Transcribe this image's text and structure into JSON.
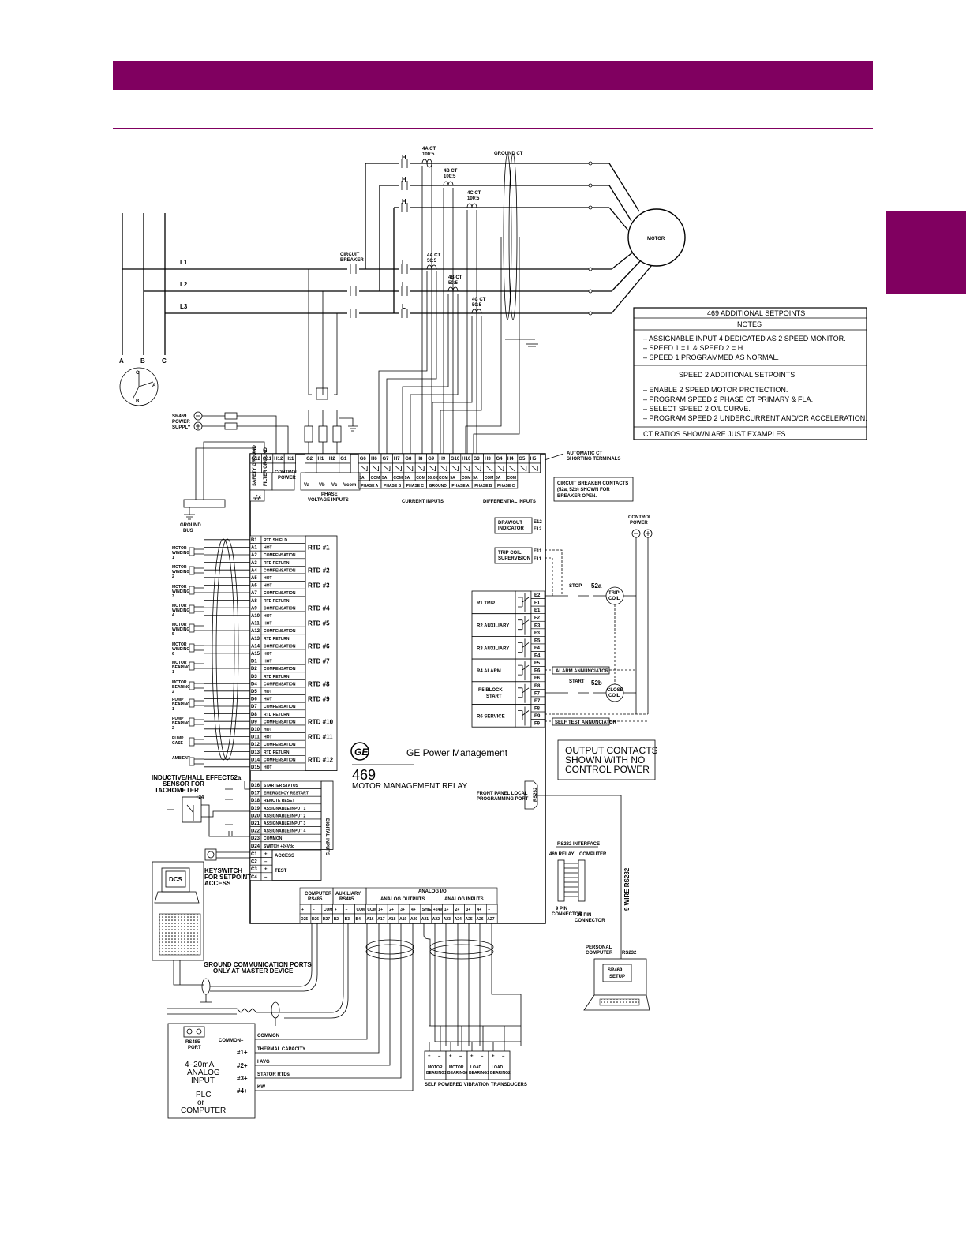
{
  "phases": {
    "l1": "L1",
    "l2": "L2",
    "l3": "L3",
    "a": "A",
    "b": "B",
    "c": "C",
    "tri_a": "A",
    "tri_b": "B",
    "tri_c": "C"
  },
  "h_labels": [
    "H",
    "H",
    "H"
  ],
  "l_labels": [
    "L",
    "L",
    "L"
  ],
  "cts_high": [
    "4A CT",
    "100:5",
    "4B CT",
    "100:5",
    "4C CT",
    "100:5"
  ],
  "cts_low": [
    "4A CT",
    "50:5",
    "4B CT",
    "50:5",
    "4C CT",
    "50:5"
  ],
  "ground_ct": "GROUND CT",
  "breaker": [
    "CIRCUIT",
    "BREAKER"
  ],
  "motor": "MOTOR",
  "notes": {
    "title": "469 ADDITIONAL SETPOINTS",
    "subtitle": "NOTES",
    "items": [
      "–  ASSIGNABLE INPUT 4 DEDICATED AS 2 SPEED MONITOR.",
      "–  SPEED 1 = L & SPEED 2 = H",
      "–  SPEED 1 PROGRAMMED AS NORMAL."
    ],
    "speed2_title": "SPEED 2 ADDITIONAL SETPOINTS.",
    "speed2_items": [
      "–  ENABLE 2 SPEED MOTOR PROTECTION.",
      "–  PROGRAM SPEED 2 PHASE CT PRIMARY & FLA.",
      "–  SELECT SPEED 2 O/L CURVE.",
      "–  PROGRAM SPEED 2 UNDERCURRENT AND/OR ACCELERATION."
    ],
    "footer": "CT RATIOS SHOWN ARE JUST EXAMPLES."
  },
  "power": {
    "sr469": [
      "SR469",
      "POWER",
      "SUPPLY"
    ],
    "ground_bus": [
      "GROUND",
      "BUS"
    ]
  },
  "top_terminals": [
    "G12",
    "G11",
    "H12",
    "H11",
    "G2",
    "H1",
    "H2",
    "G1",
    "G6",
    "H6",
    "G7",
    "H7",
    "G8",
    "H8",
    "G9",
    "H9",
    "G10",
    "H10",
    "G3",
    "H3",
    "G4",
    "H4",
    "G5",
    "H5"
  ],
  "top_labels": {
    "safety_ground": "SAFETY GROUND",
    "filter_ground": "FILTER GROUND",
    "control_power": [
      "CONTROL",
      "POWER"
    ],
    "va": "Va",
    "vb": "Vb",
    "vc": "Vc",
    "vcom": "Vcom",
    "phase_voltage": [
      "PHASE",
      "VOLTAGE INPUTS"
    ],
    "current_cells": [
      "5A",
      "COM",
      "5A",
      "COM",
      "5A",
      "COM",
      "50:0.025",
      "COM",
      "5A",
      "COM",
      "5A",
      "COM",
      "5A",
      "COM"
    ],
    "current_groups": [
      "PHASE A",
      "PHASE B",
      "PHASE C",
      "GROUND",
      "PHASE A",
      "PHASE B",
      "PHASE C"
    ],
    "current_inputs": "CURRENT INPUTS",
    "differential_inputs": "DIFFERENTIAL INPUTS",
    "auto_ct": [
      "AUTOMATIC CT",
      "SHORTING TERMINALS"
    ]
  },
  "cb_note": [
    "CIRCUIT BREAKER CONTACTS",
    "(52a, 52b) SHOWN FOR",
    "BREAKER OPEN."
  ],
  "control_power_right": [
    "CONTROL",
    "POWER"
  ],
  "rtd_rows": [
    [
      "B1",
      "RTD SHIELD"
    ],
    [
      "A1",
      "HOT"
    ],
    [
      "A2",
      "COMPENSATION"
    ],
    [
      "A3",
      "RTD RETURN"
    ],
    [
      "A4",
      "COMPENSATION"
    ],
    [
      "A5",
      "HOT"
    ],
    [
      "A6",
      "HOT"
    ],
    [
      "A7",
      "COMPENSATION"
    ],
    [
      "A8",
      "RTD RETURN"
    ],
    [
      "A9",
      "COMPENSATION"
    ],
    [
      "A10",
      "HOT"
    ],
    [
      "A11",
      "HOT"
    ],
    [
      "A12",
      "COMPENSATION"
    ],
    [
      "A13",
      "RTD RETURN"
    ],
    [
      "A14",
      "COMPENSATION"
    ],
    [
      "A15",
      "HOT"
    ],
    [
      "D1",
      "HOT"
    ],
    [
      "D2",
      "COMPENSATION"
    ],
    [
      "D3",
      "RTD RETURN"
    ],
    [
      "D4",
      "COMPENSATION"
    ],
    [
      "D5",
      "HOT"
    ],
    [
      "D6",
      "HOT"
    ],
    [
      "D7",
      "COMPENSATION"
    ],
    [
      "D8",
      "RTD RETURN"
    ],
    [
      "D9",
      "COMPENSATION"
    ],
    [
      "D10",
      "HOT"
    ],
    [
      "D11",
      "HOT"
    ],
    [
      "D12",
      "COMPENSATION"
    ],
    [
      "D13",
      "RTD RETURN"
    ],
    [
      "D14",
      "COMPENSATION"
    ],
    [
      "D15",
      "HOT"
    ]
  ],
  "rtd_labels": [
    "RTD #1",
    "RTD #2",
    "RTD #3",
    "RTD #4",
    "RTD #5",
    "RTD #6",
    "RTD #7",
    "RTD #8",
    "RTD #9",
    "RTD #10",
    "RTD #11",
    "RTD #12"
  ],
  "rtd_sources": [
    [
      "MOTOR",
      "WINDING",
      "1"
    ],
    [
      "MOTOR",
      "WINDING",
      "2"
    ],
    [
      "MOTOR",
      "WINDING",
      "3"
    ],
    [
      "MOTOR",
      "WINDING",
      "4"
    ],
    [
      "MOTOR",
      "WINDING",
      "5"
    ],
    [
      "MOTOR",
      "WINDING",
      "6"
    ],
    [
      "MOTOR",
      "BEARING",
      "1"
    ],
    [
      "MOTOR",
      "BEARING",
      "2"
    ],
    [
      "PUMP",
      "BEARING",
      "1"
    ],
    [
      "PUMP",
      "BEARING",
      "2"
    ],
    [
      "PUMP",
      "CASE",
      ""
    ],
    [
      "AMBIENT",
      "",
      ""
    ]
  ],
  "digital_rows": [
    [
      "D16",
      "STARTER STATUS"
    ],
    [
      "D17",
      "EMERGENCY RESTART"
    ],
    [
      "D18",
      "REMOTE RESET"
    ],
    [
      "D19",
      "ASSIGNABLE INPUT 1"
    ],
    [
      "D20",
      "ASSIGNABLE INPUT 2"
    ],
    [
      "D21",
      "ASSIGNABLE INPUT 3"
    ],
    [
      "D22",
      "ASSIGNABLE INPUT 4"
    ],
    [
      "D23",
      "COMMON"
    ],
    [
      "D24",
      "SWITCH +24Vdc"
    ]
  ],
  "digital_inputs_label": "DIGITAL INPUTS",
  "access_rows": [
    [
      "C1",
      "+"
    ],
    [
      "C2",
      "–"
    ],
    [
      "C3",
      "+"
    ],
    [
      "C4",
      "–"
    ]
  ],
  "access_labels": [
    "ACCESS",
    "TEST"
  ],
  "tacho": [
    "INDUCTIVE/HALL EFFECT",
    "SENSOR FOR",
    "TACHOMETER"
  ],
  "label_52a": "52a",
  "plus24": "+24",
  "keyswitch": [
    "KEYSWITCH",
    "FOR SETPOINT",
    "ACCESS"
  ],
  "dcs": "DCS",
  "bottom_terms": [
    "D25",
    "D26",
    "D27",
    "B2",
    "B3",
    "B4",
    "A16",
    "A17",
    "A18",
    "A19",
    "A20",
    "A21",
    "A22",
    "A23",
    "A24",
    "A25",
    "A26",
    "A27"
  ],
  "bottom_signs": [
    "+",
    "–",
    "COM",
    "+",
    "–",
    "COM",
    "COM",
    "1+",
    "2+",
    "3+",
    "4+",
    "SHIELD",
    "+24V",
    "1+",
    "2+",
    "3+",
    "4+",
    "–"
  ],
  "bottom_groups": {
    "computer": [
      "COMPUTER",
      "RS485"
    ],
    "auxiliary": [
      "AUXILIARY",
      "RS485"
    ],
    "analog_io": "ANALOG I/O",
    "analog_outputs": "ANALOG OUTPUTS",
    "analog_inputs": "ANALOG INPUTS"
  },
  "relays": [
    {
      "name": "R1 TRIP",
      "terms": [
        "E2",
        "F1",
        "E1"
      ]
    },
    {
      "name": "R2 AUXILIARY",
      "terms": [
        "F2",
        "E3",
        "F3"
      ]
    },
    {
      "name": "R3 AUXILIARY",
      "terms": [
        "E5",
        "F4",
        "E4"
      ]
    },
    {
      "name": "R4 ALARM",
      "terms": [
        "F5",
        "E6",
        "F6"
      ]
    },
    {
      "name": "R5 BLOCK START",
      "terms": [
        "E8",
        "F7",
        "E7"
      ]
    },
    {
      "name": "R6 SERVICE",
      "terms": [
        "F8",
        "E9",
        "F9"
      ]
    }
  ],
  "drawout": {
    "label": [
      "DRAWOUT",
      "INDICATOR"
    ],
    "terms": [
      "E12",
      "F12"
    ]
  },
  "tripcoil": {
    "label": [
      "TRIP COIL",
      "SUPERVISION"
    ],
    "terms": [
      "E11",
      "F11"
    ]
  },
  "right_ctrl": {
    "stop": "STOP",
    "start": "START",
    "l52a": "52a",
    "l52b": "52b",
    "trip_coil": [
      "TRIP",
      "COIL"
    ],
    "close_coil": [
      "CLOSE",
      "COIL"
    ],
    "alarm_ann": "ALARM ANNUNCIATOR",
    "self_test": "SELF TEST ANNUNCIATOR"
  },
  "output_note": [
    "OUTPUT CONTACTS",
    "SHOWN WITH NO",
    "CONTROL POWER"
  ],
  "brand": {
    "name": "GE Power Management",
    "model": "469",
    "product": "MOTOR MANAGEMENT RELAY"
  },
  "front_port": [
    "FRONT PANEL LOCAL",
    "PROGRAMMING PORT"
  ],
  "rs232_port": "RS232",
  "rs232_iface": {
    "title": "RS232 INTERFACE",
    "relay": "469 RELAY",
    "computer": "COMPUTER",
    "nine_pin": [
      "9 PIN",
      "CONNECTOR"
    ],
    "twentyfive_pin": [
      "25 PIN",
      "CONNECTOR"
    ],
    "cable": "9 WIRE RS232"
  },
  "pc": {
    "label": [
      "PERSONAL",
      "COMPUTER"
    ],
    "rs232": "RS232",
    "screen": [
      "SR469",
      "SETUP"
    ]
  },
  "ground_comm": [
    "GROUND COMMUNICATION PORTS",
    "ONLY AT MASTER DEVICE"
  ],
  "plc": {
    "rs485": [
      "RS485",
      "PORT"
    ],
    "common": "COMMON–",
    "body": [
      "4–20mA",
      "ANALOG",
      "INPUT",
      "PLC",
      "or",
      "COMPUTER"
    ],
    "inputs": [
      "#1+",
      "#2+",
      "#3+",
      "#4+"
    ]
  },
  "analog_out_labels": [
    "COMMON",
    "THERMAL CAPACITY",
    "I AVG",
    "STATOR RTDs",
    "KW"
  ],
  "transducers": [
    [
      "MOTOR",
      "BEARING1"
    ],
    [
      "MOTOR",
      "BEARING2"
    ],
    [
      "LOAD",
      "BEARING1"
    ],
    [
      "LOAD",
      "BEARING2"
    ]
  ],
  "transducers_caption": "SELF POWERED VIBRATION TRANSDUCERS"
}
